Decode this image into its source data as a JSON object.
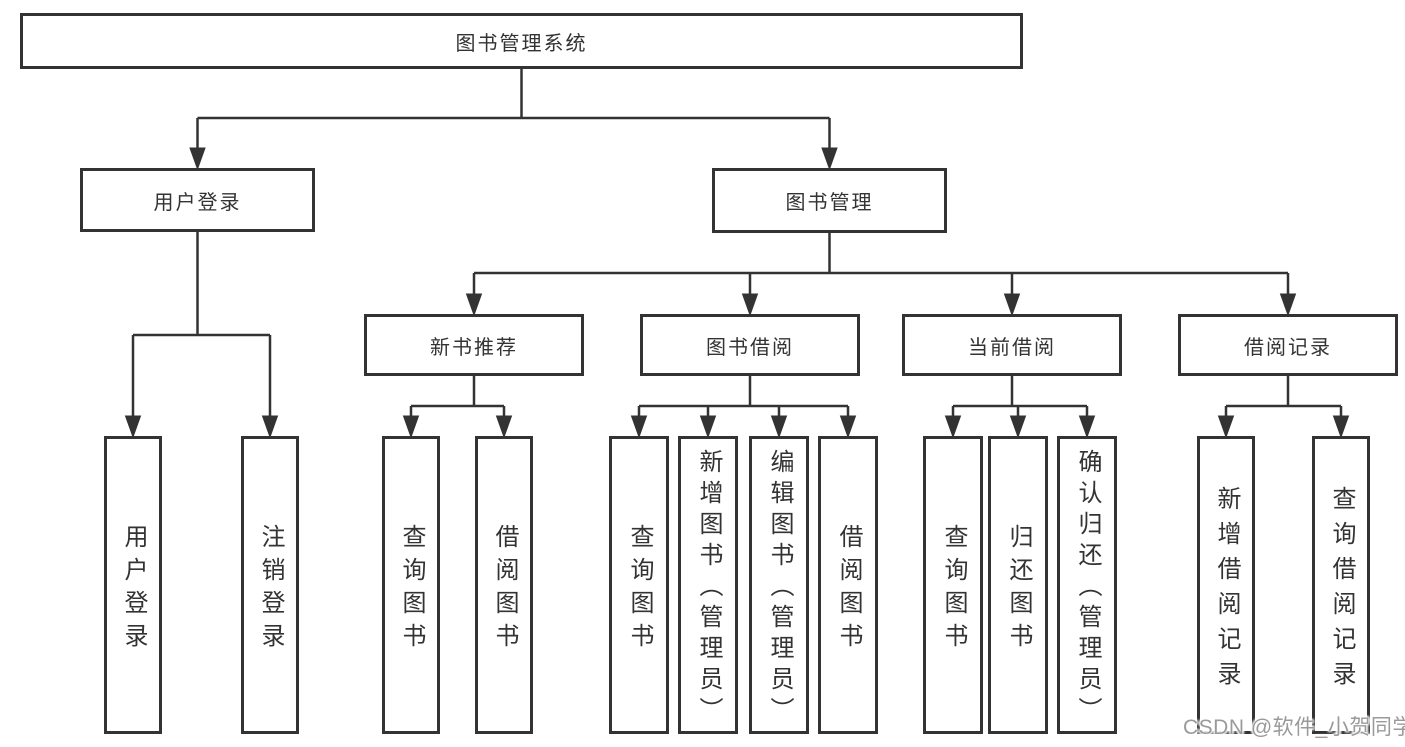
{
  "diagram": {
    "root": "图书管理系统",
    "level2": {
      "user_login": "用户登录",
      "book_management": "图书管理"
    },
    "level3": {
      "new_book_recommend": "新书推荐",
      "book_borrowing": "图书借阅",
      "current_borrowing": "当前借阅",
      "borrowing_records": "借阅记录"
    },
    "leaves": {
      "group_a": [
        "用户登录",
        "注销登录"
      ],
      "group_b": [
        "查询图书",
        "借阅图书"
      ],
      "group_c": [
        "查询图书",
        "新增图书（管理员）",
        "编辑图书（管理员）",
        "借阅图书"
      ],
      "group_d": [
        "查询图书",
        "归还图书",
        "确认归还（管理员）"
      ],
      "group_e": [
        "新增借阅记录",
        "查询借阅记录"
      ]
    }
  },
  "watermark": {
    "text": "CSDN @软件_小贺同学",
    "color": "#9a9a9a"
  },
  "colors": {
    "line": "#333333",
    "border": "#333333",
    "text": "#333333",
    "background": "#ffffff"
  }
}
